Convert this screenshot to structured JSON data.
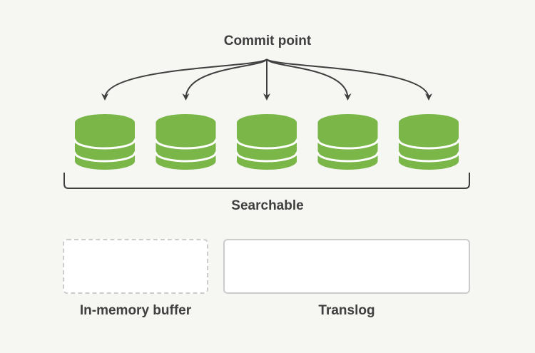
{
  "labels": {
    "commit_point": "Commit point",
    "searchable": "Searchable",
    "in_memory_buffer": "In-memory buffer",
    "translog": "Translog"
  },
  "segments": {
    "count": 5,
    "color": "#7ab648"
  },
  "colors": {
    "background": "#f6f7f3",
    "text": "#3f3f3f",
    "arrow": "#3f3f3f",
    "box_border": "#cccccc",
    "box_fill": "#ffffff"
  }
}
